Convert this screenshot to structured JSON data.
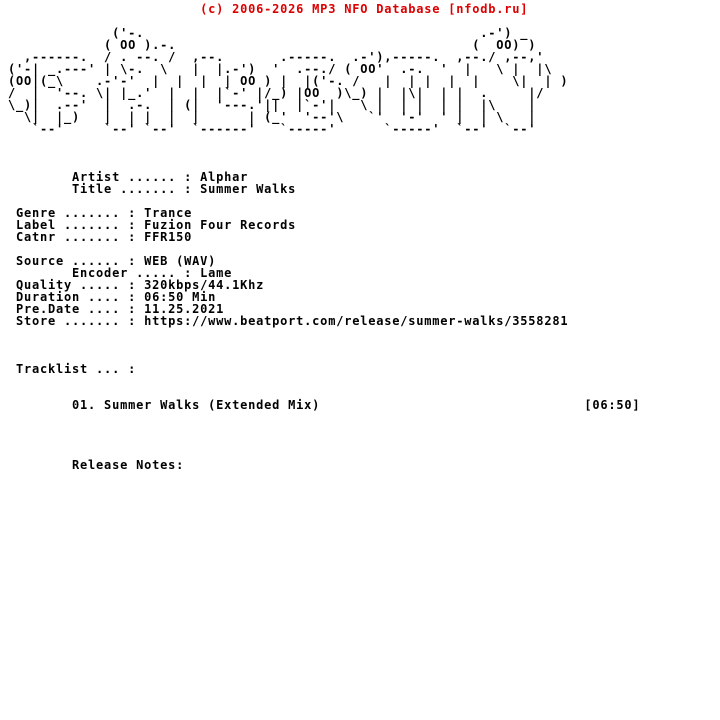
{
  "page": {
    "background": "#ffffff",
    "text_color": "#000000"
  },
  "nfo": {
    "header": {
      "text": "                         (c) 2006-2026 MP3 NFO Database [nfodb.ru]",
      "color": "#dd0000"
    },
    "ascii_logo": {
      "group_name": "FALCON",
      "rows": [
        "              ('-.                                          .-') _",
        "             ( OO ).-.                                     (  OO) )",
        "   ,------.  / . --. /  ,--.       .-----.  .-'),-----.  ,--./ ,--,'",
        " ('-| _.---' | \\-.  \\   |  |.-')  '  .--./ ( OO'  .-.  '  |   \\ |  |\\",
        " (OO|(_\\    .-'-'  |  |  |  | OO ) |  |('-. /   |  | |  |  |    \\|  | )",
        " /  |  '--. \\| |_.'  |  |  |`-' |/_) |OO  )\\_) |  |\\|  | |  .     |/",
        " \\_)|  .--'  |  .-.  | (|  '---.'||  |`-'|   \\ |  | |  | |  |\\    |",
        "   \\|  |_)   |  | |  |  |      | (_'  '--'\\   `'  '-'  ' |  | \\   |",
        "    `--'     `--' `--'  `------'   `-----'      `-----'  `--'  `--'"
      ]
    },
    "body_lines": [
      "",
      "",
      "",
      "         Artist ...... : Alphar",
      "         Title ....... : Summer Walks",
      "",
      "  Genre ....... : Trance",
      "  Label ....... : Fuzion Four Records",
      "  Catnr ....... : FFR150",
      "",
      "  Source ...... : WEB (WAV)",
      "         Encoder ..... : Lame",
      "  Quality ..... : 320kbps/44.1Khz",
      "  Duration .... : 06:50 Min",
      "  Pre.Date .... : 11.25.2021",
      "  Store ....... : https://www.beatport.com/release/summer-walks/3558281",
      "",
      "",
      "",
      "  Tracklist ... :",
      "",
      "",
      "         01. Summer Walks (Extended Mix)                                 [06:50]",
      "",
      "",
      "",
      "",
      "         Release Notes:"
    ]
  },
  "release": {
    "artist": "Alphar",
    "title": "Summer Walks",
    "genre": "Trance",
    "label": "Fuzion Four Records",
    "catnr": "FFR150",
    "source": "WEB (WAV)",
    "encoder": "Lame",
    "quality": "320kbps/44.1Khz",
    "duration": "06:50 Min",
    "pre_date": "11.25.2021",
    "store_url": "https://www.beatport.com/release/summer-walks/3558281",
    "tracklist": [
      {
        "number": "01",
        "name": "Summer Walks (Extended Mix)",
        "time": "[06:50]"
      }
    ],
    "release_notes": ""
  }
}
